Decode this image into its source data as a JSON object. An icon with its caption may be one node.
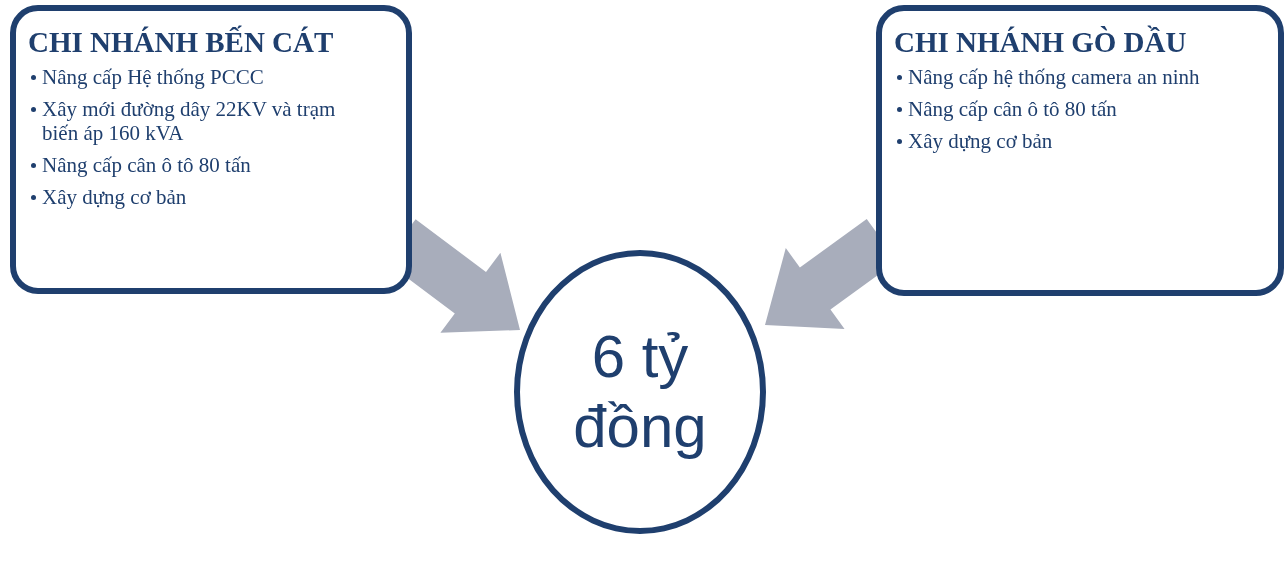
{
  "diagram": {
    "nodes": [
      {
        "text": [
          "CHI NHÁNH BẾN CÁT",
          "Nâng cấp Hệ thống PCCC",
          "Xây mới đường dây 22KV và trạm biến áp 160 kVA",
          "Nâng cấp cân ô tô 80 tấn",
          "Xây dựng cơ bản"
        ]
      },
      {
        "text": [
          "6 tỷ đồng"
        ]
      },
      {
        "text": [
          "CHI NHÁNH GÒ DẦU",
          "Nâng cấp hệ thống camera an ninh",
          "Nâng cấp cân ô tô 80 tấn",
          "Xây dựng cơ bản"
        ]
      }
    ],
    "edges": [
      {
        "from": 0,
        "to": 1,
        "arrow": "to",
        "style": "thick"
      },
      {
        "from": 2,
        "to": 1,
        "arrow": "to",
        "style": "thick"
      }
    ]
  }
}
